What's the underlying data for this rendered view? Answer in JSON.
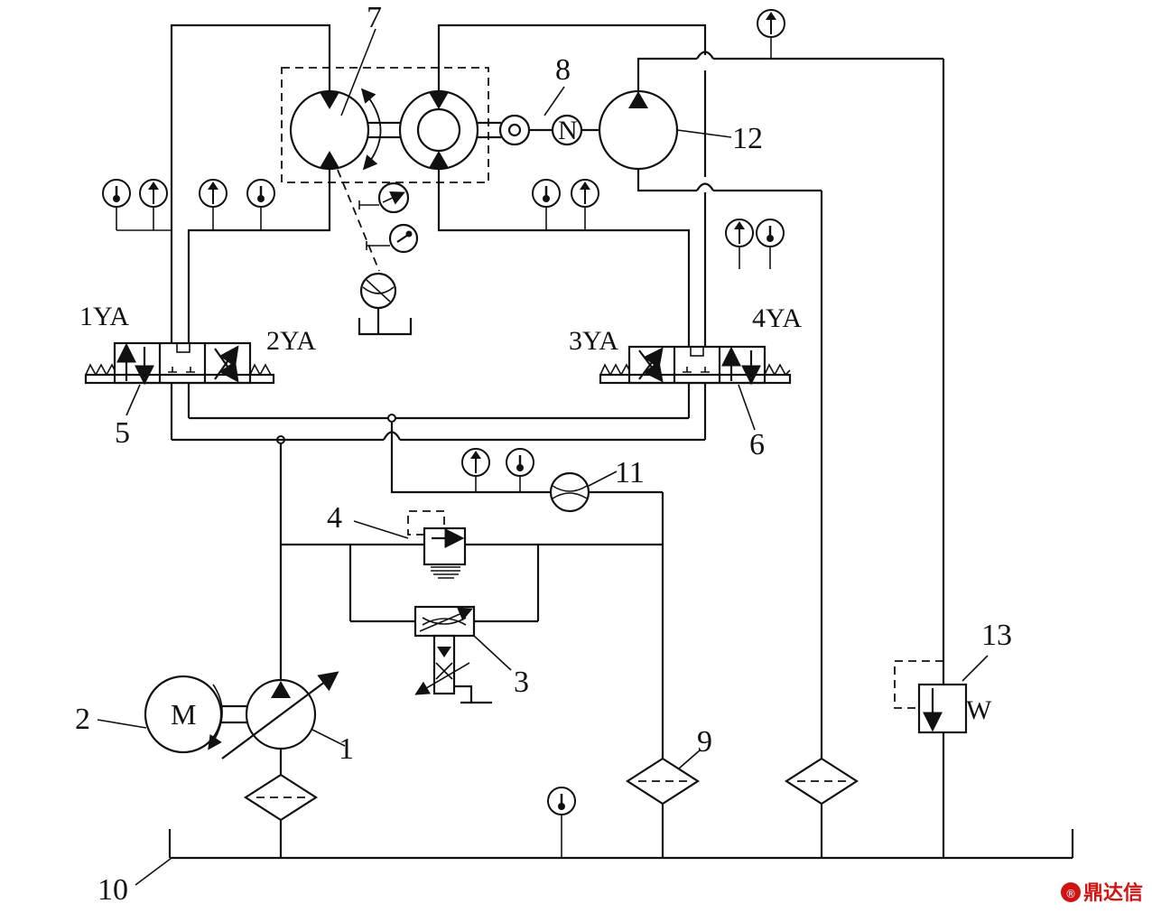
{
  "components": {
    "pump_1": {
      "label": "1"
    },
    "motor_2": {
      "label": "2",
      "symbol": "M"
    },
    "throttle_valve_3": {
      "label": "3"
    },
    "relief_valve_4": {
      "label": "4"
    },
    "directional_valve_5": {
      "label": "5"
    },
    "directional_valve_6": {
      "label": "6"
    },
    "test_pump_motor_7": {
      "label": "7"
    },
    "torque_speed_sensor_8": {
      "label": "8",
      "symbol": "N"
    },
    "filter_9": {
      "label": "9"
    },
    "reservoir_10": {
      "label": "10"
    },
    "flowmeter_11": {
      "label": "11"
    },
    "load_pump_12": {
      "label": "12"
    },
    "relief_valve_13": {
      "label": "13",
      "spring_symbol": "W"
    }
  },
  "solenoids": {
    "s1": "1YA",
    "s2": "2YA",
    "s3": "3YA",
    "s4": "4YA"
  },
  "watermark": {
    "text": "鼎达信"
  },
  "colors": {
    "line": "#111111",
    "background": "#ffffff",
    "watermark": "#d01414"
  },
  "icons": {
    "pressure_gauge": "pressure-gauge-icon",
    "thermometer": "thermometer-icon",
    "filter": "filter-diamond-icon",
    "tank": "tank-icon"
  }
}
